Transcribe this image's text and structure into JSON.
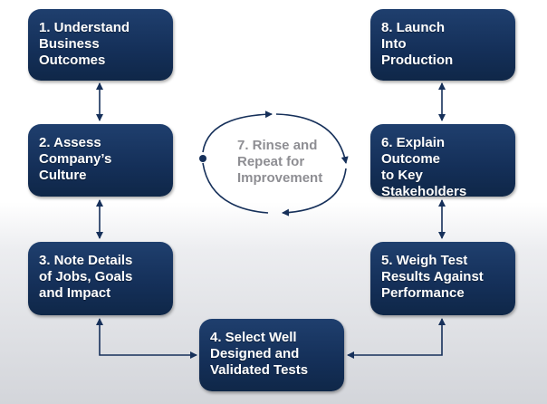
{
  "steps": {
    "s1": "1. Understand\n    Business\n    Outcomes",
    "s2": "2. Assess\n    Company’s\n    Culture",
    "s3": "3. Note Details\n    of Jobs, Goals\n    and Impact",
    "s4": "4. Select Well\n    Designed and\n    Validated Tests",
    "s5": "5. Weigh Test\n    Results Against\n    Performance",
    "s6": "6. Explain Outcome\n    to Key\n    Stakeholders",
    "s8": "8. Launch\n    Into\n    Production"
  },
  "center": "7. Rinse and\nRepeat for\nImprovement",
  "colors": {
    "box": "#142f58",
    "connector": "#16305a",
    "center_text": "#8e8e93"
  }
}
